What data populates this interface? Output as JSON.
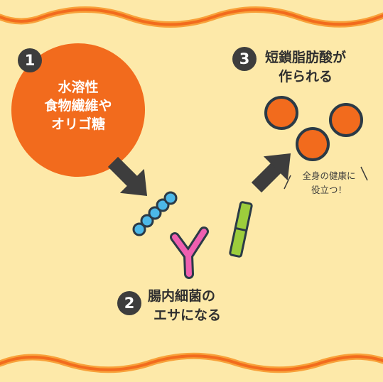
{
  "colors": {
    "background": "#fde9a9",
    "accent_orange": "#f26b1d",
    "wave_band": "#fbb05a",
    "dark": "#3d3d3d",
    "bacteria_blue": "#4cb8e8",
    "bacteria_pink": "#ef5fb0",
    "bacteria_green": "#9ccd3c"
  },
  "step1": {
    "number": "1",
    "lines": [
      "水溶性",
      "食物繊維や",
      "オリゴ糖"
    ]
  },
  "step2": {
    "number": "2",
    "lines": [
      "腸内細菌の",
      "エサになる"
    ]
  },
  "step3": {
    "number": "3",
    "lines": [
      "短鎖脂肪酸が",
      "作られる"
    ]
  },
  "note": {
    "lines": [
      "全身の健康に",
      "役立つ！"
    ]
  }
}
